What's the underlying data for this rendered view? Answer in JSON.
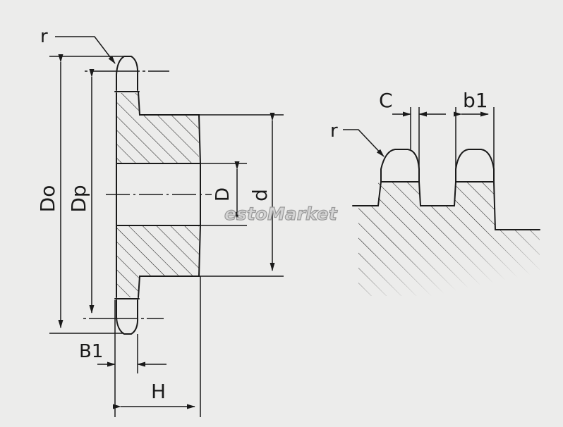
{
  "labels": {
    "r_left": "r",
    "Do": "Do",
    "Dp": "Dp",
    "D": "D",
    "d": "d",
    "B1": "B1",
    "H": "H",
    "C": "C",
    "b1": "b1",
    "r_right": "r"
  },
  "watermark": "estoMarket",
  "colors": {
    "line": "#1a1a1a",
    "background": "#ececeb",
    "watermark_fill": "#d4d4d4",
    "watermark_stroke": "#9a9a9a"
  }
}
